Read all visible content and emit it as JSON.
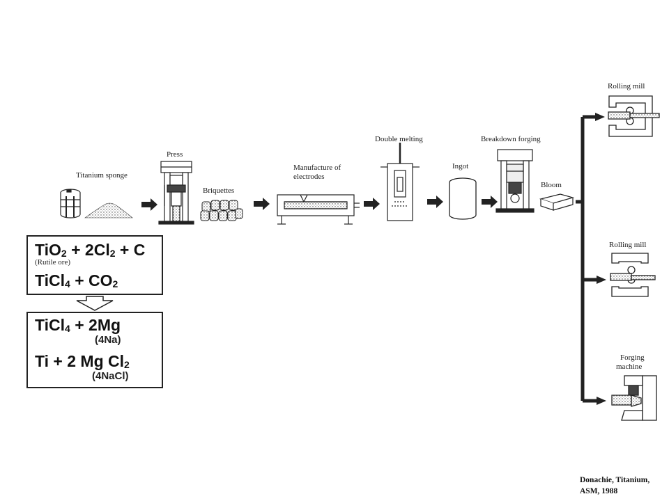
{
  "labels": {
    "titanium_sponge": "Titanium sponge",
    "press": "Press",
    "briquettes": "Briquettes",
    "manufacture_line1": "Manufacture of",
    "manufacture_line2": "electrodes",
    "double_melting": "Double melting",
    "ingot": "Ingot",
    "breakdown_forging": "Breakdown forging",
    "bloom": "Bloom",
    "rolling_mill_top": "Rolling mill",
    "rolling_mill_mid": "Rolling mill",
    "forging_machine_line1": "Forging",
    "forging_machine_line2": "machine"
  },
  "equation_box_1": {
    "line1_a": "TiO",
    "line1_a_sub": "2",
    "line1_b": " + 2Cl",
    "line1_b_sub": "2",
    "line1_c": " + C",
    "note": "(Rutile ore)",
    "line2_a": "TiCl",
    "line2_a_sub": "4",
    "line2_b": " + CO",
    "line2_b_sub": "2"
  },
  "equation_box_2": {
    "line1": "TiCl",
    "line1_sub": "4",
    "line1_b": " + 2Mg",
    "note1": "(4Na)",
    "line2_a": "Ti + 2 Mg Cl",
    "line2_a_sub": "2",
    "note2": "(4NaCl)"
  },
  "citation": {
    "line1": "Donachie, Titanium,",
    "line2": "ASM, 1988"
  }
}
